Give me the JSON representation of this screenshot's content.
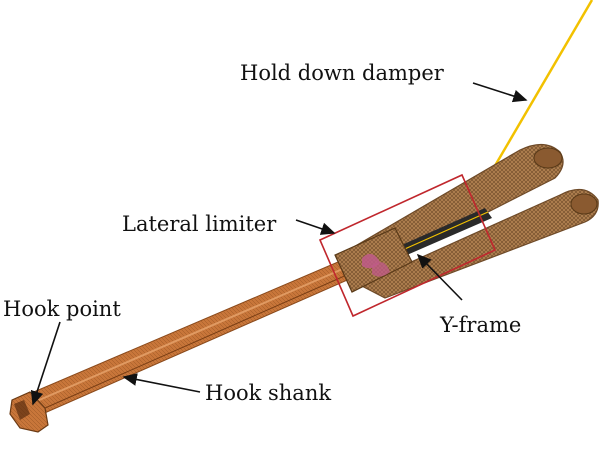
{
  "labels": {
    "hold_down_damper": "Hold down damper",
    "lateral_limiter": "Lateral limiter",
    "hook_point": "Hook point",
    "y_frame": "Y-frame",
    "hook_shank": "Hook shank"
  },
  "colors": {
    "shank": "#c8763a",
    "shank_dark": "#8a4a1c",
    "frame": "#a8784a",
    "frame_dark": "#6e4a28",
    "damper_line": "#f2c100",
    "limiter_box": "#c0272d",
    "pink_parts": "#c05a8a",
    "dark_rod": "#2a2a2a",
    "arrow": "#111111"
  }
}
